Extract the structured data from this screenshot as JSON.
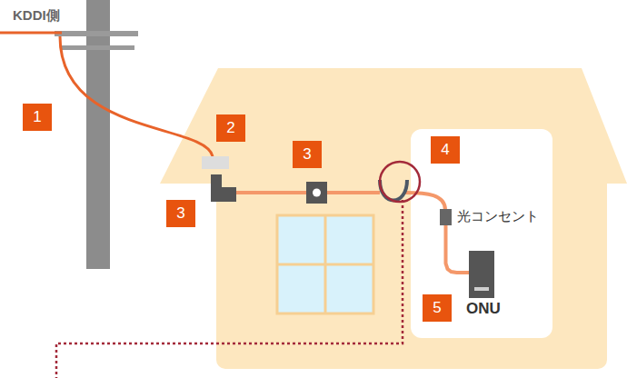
{
  "diagram": {
    "nodes": [
      {
        "text": [
          "光コンセント"
        ]
      },
      {
        "text": [
          "ONU"
        ]
      }
    ],
    "edges": [
      {
        "from": 0,
        "to": 1,
        "arrow": "none"
      }
    ],
    "labels": [
      "KDDI側",
      "1",
      "2",
      "3",
      "3",
      "4",
      "5"
    ]
  }
}
